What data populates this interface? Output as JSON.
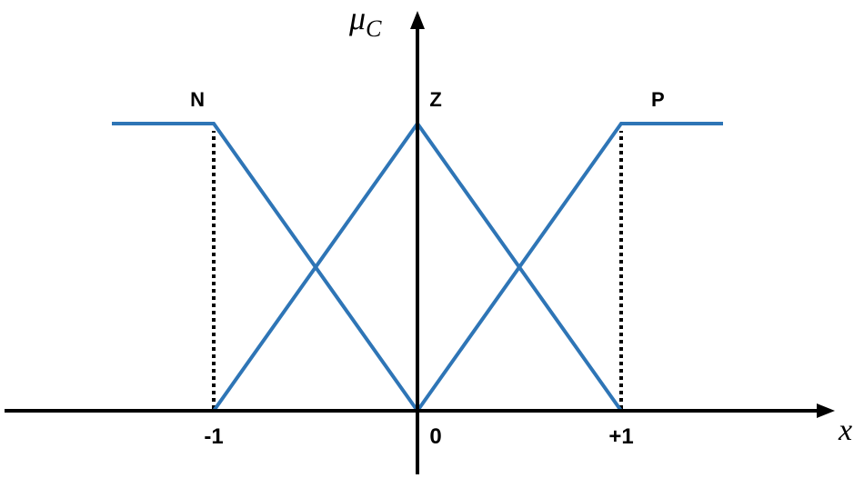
{
  "chart_data": {
    "type": "line",
    "title": "",
    "xlabel": "x",
    "ylabel_main": "μ",
    "ylabel_sub": "C",
    "x_ticks": [
      "-1",
      "0",
      "+1"
    ],
    "x_tick_values": [
      -1,
      0,
      1
    ],
    "xlim": [
      -2.05,
      2.05
    ],
    "ylim": [
      0,
      1
    ],
    "grid": false,
    "line_color": "#2E75B6",
    "guide_color": "#000000",
    "series": [
      {
        "name": "N",
        "x": [
          -1.5,
          -1,
          0
        ],
        "y": [
          1,
          1,
          0
        ]
      },
      {
        "name": "Z",
        "x": [
          -1,
          0,
          1
        ],
        "y": [
          0,
          1,
          0
        ]
      },
      {
        "name": "P",
        "x": [
          0,
          1,
          1.5
        ],
        "y": [
          0,
          1,
          1
        ]
      }
    ],
    "guides": [
      {
        "x": -1,
        "y_from": 0,
        "y_to": 1
      },
      {
        "x": 1,
        "y_from": 0,
        "y_to": 1
      }
    ]
  }
}
